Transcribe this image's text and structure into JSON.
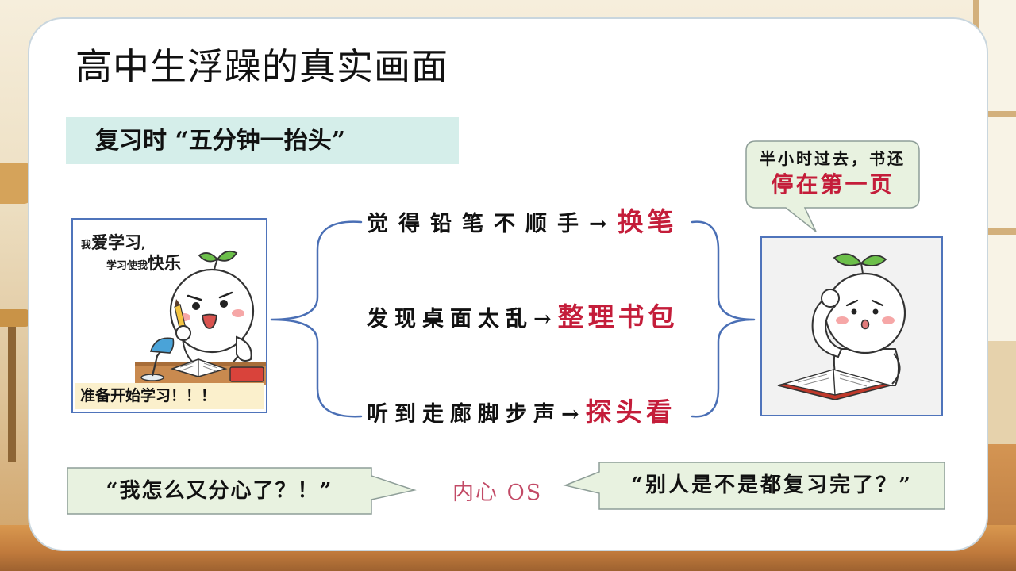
{
  "slide": {
    "title": "高中生浮躁的真实画面",
    "subtitle": "复习时 “五分钟一抬头”"
  },
  "left_illustration": {
    "caption_parts": [
      "我",
      "爱学习",
      ",",
      "学习使我",
      "快乐"
    ],
    "label": "准备开始学习！！！"
  },
  "distractions": [
    {
      "trigger": "觉得铅笔不顺手→",
      "action": "换笔"
    },
    {
      "trigger": "发现桌面太乱→",
      "action": "整理书包"
    },
    {
      "trigger": "听到走廊脚步声→",
      "action": "探头看"
    }
  ],
  "top_bubble": {
    "line1": "半小时过去，书还",
    "line2": "停在第一页"
  },
  "inner_voice": {
    "left": "“我怎么又分心了？！”",
    "center": "内心 OS",
    "right": "“别人是不是都复习完了？”"
  },
  "illustrations": {
    "left": "sprout-character-studying-at-desk",
    "right": "sprout-character-scratching-head-over-book"
  },
  "colors": {
    "accent_red": "#c41d3a",
    "brace_blue": "#4a6fb5",
    "subtitle_bg": "#d5eeea",
    "bubble_bg": "#e8f2e0",
    "label_bg": "#fbf0cc",
    "inner_os": "#c24a66",
    "frame_border": "#4f74bb"
  }
}
